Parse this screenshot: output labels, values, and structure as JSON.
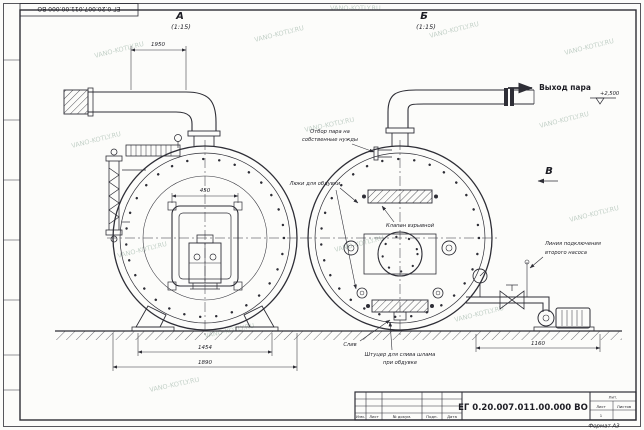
{
  "watermark": "VANO-KOTLY.RU",
  "corner_stamp": "ЕГ 0.20.007.011.00.000 ВО",
  "views": {
    "a": {
      "label": "А",
      "scale": "(1:15)"
    },
    "b": {
      "label": "Б",
      "scale": "(1:15)"
    },
    "v": {
      "label": "В"
    }
  },
  "annotations": {
    "steam_outlet": "Выход пара",
    "elevation": "+2,500",
    "steam_own_needs_line1": "Отбор пара на",
    "steam_own_needs_line2": "собственные нужды",
    "blow_hatches": "Люки для обдувки",
    "explosion_valve": "Клапан взрывной",
    "second_pump_line1": "Линия подключения",
    "second_pump_line2": "второго насоса",
    "sludge_line1": "Штуцер для слива шлама",
    "sludge_line2": "при обдувке",
    "drain": "Слив"
  },
  "dimensions": {
    "pipe_top": "1950",
    "door": "450",
    "supports_span": "1454",
    "diameter": "1890",
    "pump_span": "1160"
  },
  "title_block": {
    "document_number": "ЕГ 0.20.007.011.00.000 ВО",
    "format": "Формат А3",
    "col_izm": "Изм.",
    "col_list": "Лист",
    "col_doc": "№ докум.",
    "col_sign": "Подп.",
    "col_date": "Дата",
    "lit": "Лит.",
    "sheet": "Лист",
    "sheets": "Листов",
    "sheet_value": "1"
  }
}
